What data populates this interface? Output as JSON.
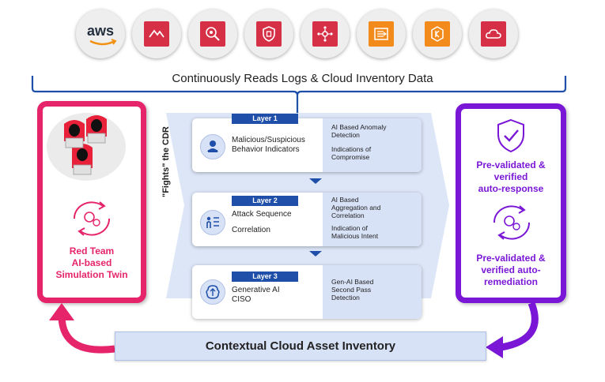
{
  "top_icons": [
    {
      "name": "aws-logo-icon",
      "label": "aws"
    },
    {
      "name": "cloudtrail-icon"
    },
    {
      "name": "inspector-icon"
    },
    {
      "name": "guardduty-icon"
    },
    {
      "name": "eventbridge-icon"
    },
    {
      "name": "data-pipeline-icon"
    },
    {
      "name": "eks-icon"
    },
    {
      "name": "cloud-workload-icon"
    }
  ],
  "bracket_label": "Continuously Reads Logs & Cloud Inventory Data",
  "left_panel": {
    "title_lines": [
      "Red Team",
      "AI-based",
      "Simulation Twin"
    ],
    "color": "#e6246a"
  },
  "fights_label": "\"Fights\" the CDR",
  "layers": [
    {
      "badge": "Layer 1",
      "main_lines": [
        "Malicious/Suspicious",
        "Behavior Indicators"
      ],
      "side_lines": [
        "AI Based Anomaly",
        "Detection",
        "",
        "Indications of",
        "Compromise"
      ]
    },
    {
      "badge": "Layer 2",
      "main_lines": [
        "Attack Sequence",
        "",
        "Correlation"
      ],
      "side_lines": [
        "AI Based",
        "Aggregation and",
        "Correlation",
        "",
        "Indication of",
        "Malicious Intent"
      ]
    },
    {
      "badge": "Layer 3",
      "main_lines": [
        "Generative AI",
        "CISO"
      ],
      "side_lines": [
        "Gen-AI Based",
        "Second Pass",
        "Detection"
      ]
    }
  ],
  "right_panel": {
    "block1_lines": [
      "Pre-validated &",
      "verified",
      "auto-response"
    ],
    "block2_lines": [
      "Pre-validated &",
      "verified auto-",
      "remediation"
    ],
    "color": "#7a17d6"
  },
  "inventory_label": "Contextual Cloud Asset Inventory",
  "accent_blue": "#1f4fa8",
  "light_blue": "#d8e2f7"
}
